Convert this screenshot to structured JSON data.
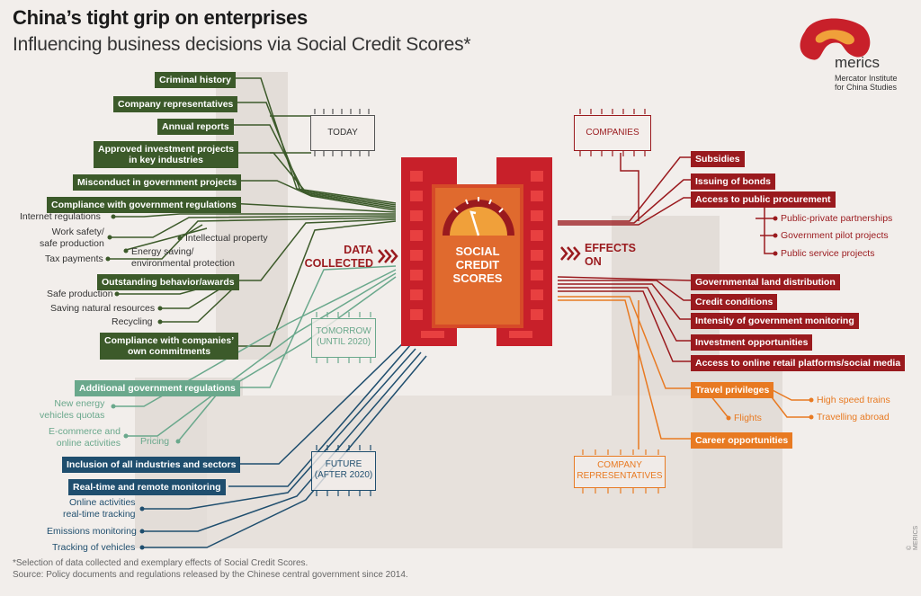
{
  "header": {
    "title": "China’s tight grip on enterprises",
    "subtitle": "Influencing business decisions via Social Credit Scores*"
  },
  "logo": {
    "name": "merics",
    "subtitle_line1": "Mercator Institute",
    "subtitle_line2": "for China Studies"
  },
  "center": {
    "line1": "SOCIAL",
    "line2": "CREDIT",
    "line3": "SCORES",
    "data_collected_1": "DATA",
    "data_collected_2": "COLLECTED",
    "effects_1": "EFFECTS",
    "effects_2": "ON"
  },
  "chips": {
    "today": "TODAY",
    "tomorrow_1": "TOMORROW",
    "tomorrow_2": "(UNTIL 2020)",
    "future_1": "FUTURE",
    "future_2": "(AFTER 2020)",
    "companies": "COMPANIES",
    "reps_1": "COMPANY",
    "reps_2": "REPRESENTATIVES"
  },
  "today": {
    "criminal": "Criminal history",
    "company_reps": "Company representatives",
    "annual": "Annual reports",
    "approved_1": "Approved investment projects",
    "approved_2": "in key industries",
    "misconduct": "Misconduct in government projects",
    "compliance": "Compliance with government regulations",
    "internet": "Internet regulations",
    "work_safety_1": "Work safety/",
    "work_safety_2": "safe production",
    "tax": "Tax payments",
    "ip": "Intellectual property",
    "energy_1": "Energy saving/",
    "energy_2": "environmental protection",
    "outstanding": "Outstanding behavior/awards",
    "safe_prod": "Safe production",
    "saving": "Saving natural resources",
    "recycling": "Recycling",
    "own_1": "Compliance with companies’",
    "own_2": "own commitments"
  },
  "tomorrow": {
    "additional": "Additional government regulations",
    "nev_1": "New energy",
    "nev_2": "vehicles quotas",
    "ecom_1": "E-commerce and",
    "ecom_2": "online activities",
    "pricing": "Pricing"
  },
  "future": {
    "inclusion": "Inclusion of all industries and sectors",
    "realtime": "Real-time and remote monitoring",
    "online_1": "Online activities",
    "online_2": "real-time tracking",
    "emissions": "Emissions monitoring",
    "vehicles": "Tracking of vehicles"
  },
  "companies": {
    "subsidies": "Subsidies",
    "bonds": "Issuing of bonds",
    "procurement": "Access to public procurement",
    "ppp": "Public-private partnerships",
    "pilot": "Government pilot projects",
    "public_service": "Public service projects",
    "land": "Governmental land distribution",
    "credit": "Credit conditions",
    "monitoring": "Intensity of government monitoring",
    "investment": "Investment opportunities",
    "online_retail": "Access to online retail platforms/social media"
  },
  "reps": {
    "travel": "Travel privileges",
    "flights": "Flights",
    "hsr": "High speed trains",
    "abroad": "Travelling abroad",
    "career": "Career opportunities"
  },
  "footer": {
    "note": "*Selection of data collected and exemplary effects of Social Credit Scores.",
    "source": "Source: Policy documents and regulations released by the Chinese central government since 2014.",
    "copyright": "© MERICS"
  },
  "colors": {
    "green": "#3c5a2a",
    "teal": "#6aa88c",
    "blue": "#1f4e6e",
    "red": "#9a1a1e",
    "orange": "#e87a22"
  }
}
